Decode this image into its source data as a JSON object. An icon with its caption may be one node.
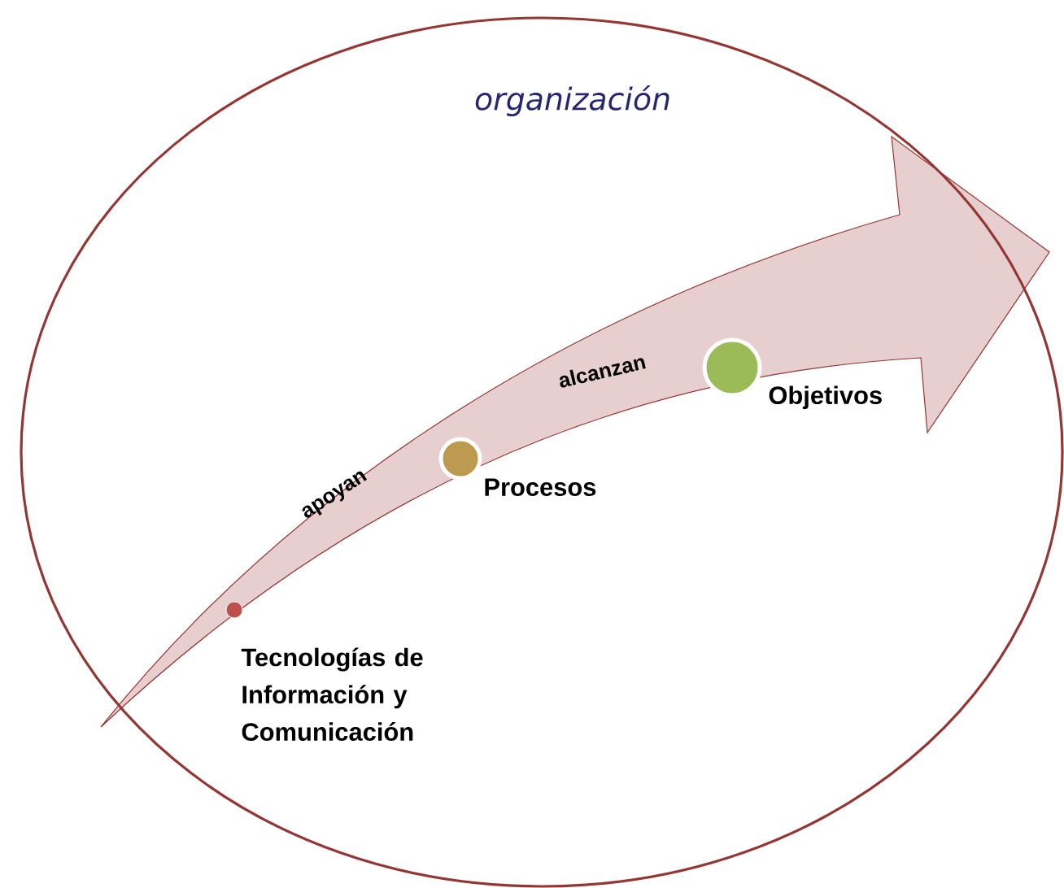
{
  "diagram": {
    "nodes": [
      {
        "text": [
          "organización"
        ]
      },
      {
        "text": [],
        "shape": "circle",
        "in": 0,
        "beside": [
          "Tecnologías de Información y Comunicación"
        ]
      },
      {
        "text": [],
        "shape": "circle",
        "in": 0,
        "beside": [
          "Procesos"
        ]
      },
      {
        "text": [],
        "shape": "circle",
        "in": 0,
        "beside": [
          "Objetivos"
        ]
      }
    ],
    "labels": [
      "apoyan",
      "alcanzan"
    ]
  }
}
